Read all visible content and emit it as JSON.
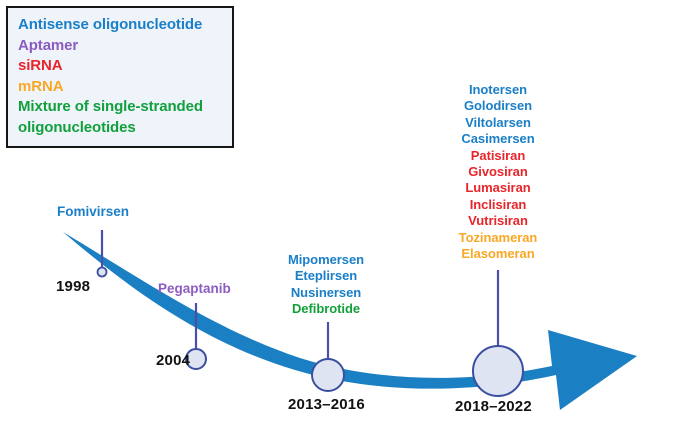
{
  "legend": {
    "items": [
      {
        "label": "Antisense oligonucleotide",
        "color": "#1a7fc8"
      },
      {
        "label": "Aptamer",
        "color": "#8c5cc0"
      },
      {
        "label": "siRNA",
        "color": "#e8252a"
      },
      {
        "label": "mRNA",
        "color": "#f9a825"
      },
      {
        "label": "Mixture of single-stranded\noligonucleotides",
        "color": "#12a03c"
      }
    ]
  },
  "colors": {
    "antisense": "#1a7fc8",
    "aptamer": "#8c5cc0",
    "sirna": "#e8252a",
    "mrna": "#f9a825",
    "mixture": "#12a03c",
    "arrow_band": "#1b7fc3",
    "marker_fill": "#dfe4f3",
    "marker_stroke": "#3b4fa0",
    "connector": "#4b4fa8",
    "year_text": "#121212",
    "legend_bg": "#eef4fa",
    "legend_border": "#161616"
  },
  "nodes": [
    {
      "id": "node-1998",
      "year": "1998",
      "drugs": [
        {
          "name": "Fomivirsen",
          "color": "#1a7fc8"
        }
      ]
    },
    {
      "id": "node-2004",
      "year": "2004",
      "drugs": [
        {
          "name": "Pegaptanib",
          "color": "#8c5cc0"
        }
      ]
    },
    {
      "id": "node-2013-2016",
      "year": "2013–2016",
      "drugs": [
        {
          "name": "Mipomersen",
          "color": "#1a7fc8"
        },
        {
          "name": "Eteplirsen",
          "color": "#1a7fc8"
        },
        {
          "name": "Nusinersen",
          "color": "#1a7fc8"
        },
        {
          "name": "Defibrotide",
          "color": "#12a03c"
        }
      ]
    },
    {
      "id": "node-2018-2022",
      "year": "2018–2022",
      "drugs": [
        {
          "name": "Inotersen",
          "color": "#1a7fc8"
        },
        {
          "name": "Golodirsen",
          "color": "#1a7fc8"
        },
        {
          "name": "Viltolarsen",
          "color": "#1a7fc8"
        },
        {
          "name": "Casimersen",
          "color": "#1a7fc8"
        },
        {
          "name": "Patisiran",
          "color": "#e8252a"
        },
        {
          "name": "Givosiran",
          "color": "#e8252a"
        },
        {
          "name": "Lumasiran",
          "color": "#e8252a"
        },
        {
          "name": "Inclisiran",
          "color": "#e8252a"
        },
        {
          "name": "Vutrisiran",
          "color": "#e8252a"
        },
        {
          "name": "Tozinameran",
          "color": "#f9a825"
        },
        {
          "name": "Elasomeran",
          "color": "#f9a825"
        }
      ]
    }
  ]
}
